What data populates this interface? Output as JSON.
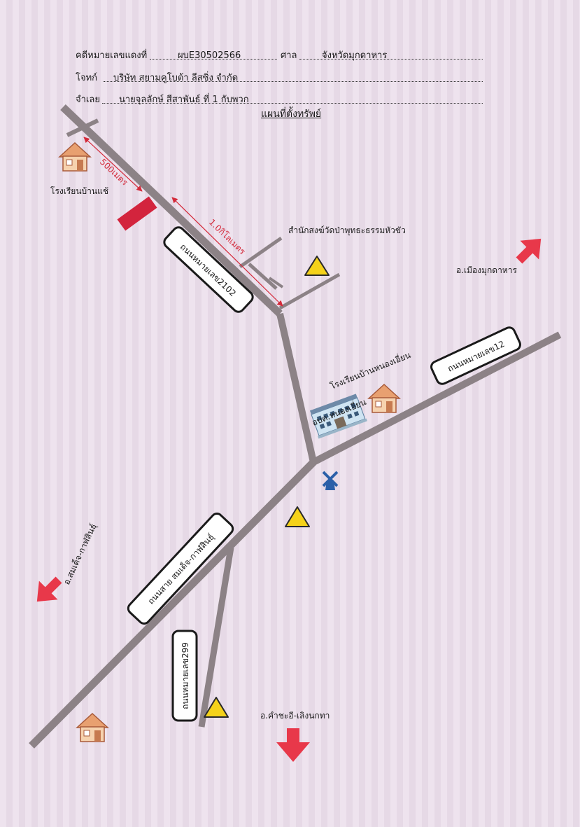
{
  "header": {
    "case_label": "คดีหมายเลขแดงที่",
    "case_no": "ผบE30502566",
    "court_label": "ศาล",
    "court": "จังหวัดมุกดาหาร",
    "plaintiff_label": "โจทก์",
    "plaintiff": "บริษัท สยามคูโบต้า ลีสซิ่ง จำกัด",
    "defendant_label": "จำเลย",
    "defendant": "นายจุลลักษ์ สีสาพันธ์ ที่ 1 กับพวก"
  },
  "title": "แผนที่ตั้งทรัพย์",
  "roads": {
    "road_2102": "ถนนหมายเลข2102",
    "road_12": "ถนนหมายเลข12",
    "road_somdet": "ถนนสาย สมเด็จ-กาฬสินธุ์",
    "road_299": "ถนนหมายเลข299"
  },
  "places": {
    "school_ban_chae": "โรงเรียนบ้านแช้",
    "temple": "สำนักสงฆ์วัดป่าพุทธะธรรมหัวขัว",
    "school_nong_iean": "โรงเรียนบ้านหนองเอี่ยน",
    "sao_nong_iean": "อบต.หนองเอี่ยน"
  },
  "distances": {
    "d500": "500เมตร",
    "d1km": "1.0กิโลเมตร"
  },
  "directions": {
    "mueang": "อ.เมืองมุกดาหาร",
    "somdet": "อ.สมเด็จ-กาฬสินธุ์",
    "khamcha_i": "อ.คำชะอี-เลิงนกทา"
  },
  "colors": {
    "road": "#8c8286",
    "arrow": "#e8384a",
    "triangle": "#f5d21a",
    "distance": "#d42a3a",
    "property": "#d3243d",
    "house": "#f0b890"
  }
}
